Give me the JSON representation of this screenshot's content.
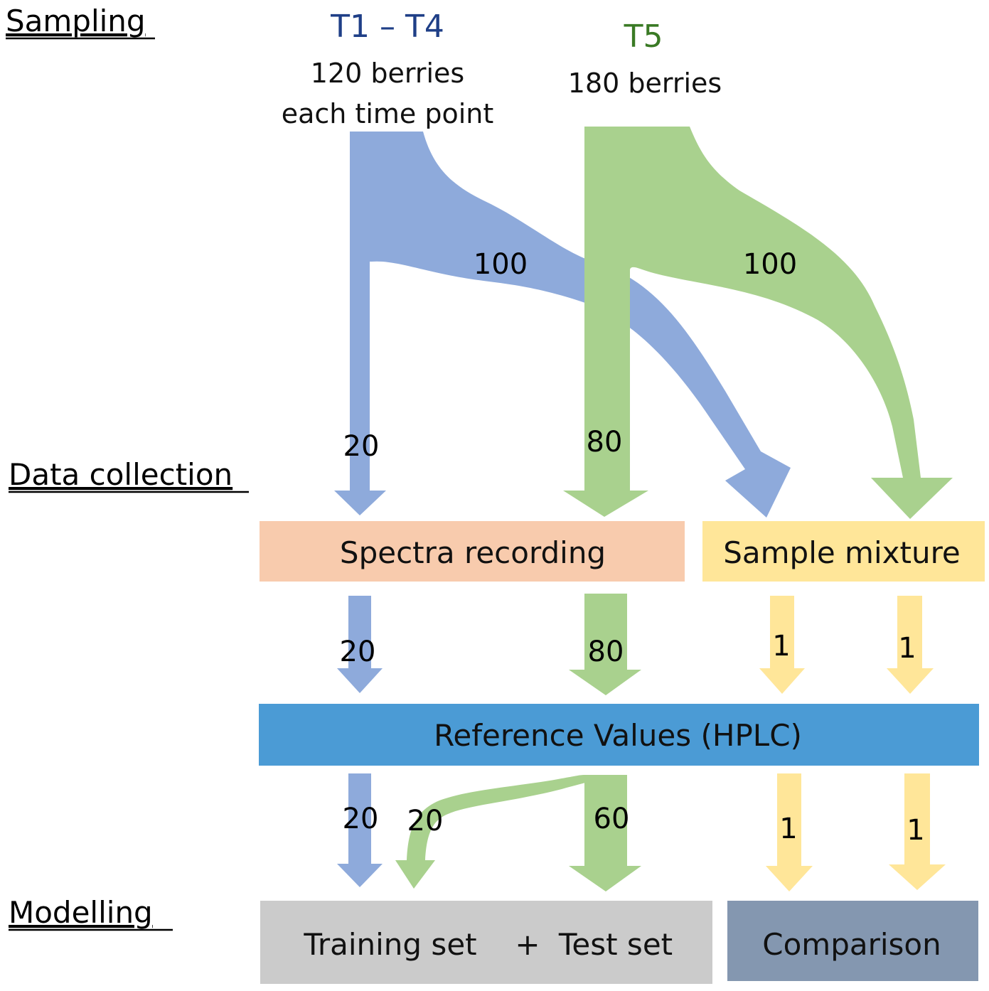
{
  "sections": {
    "sampling": "Sampling",
    "data_collection": "Data collection",
    "modelling": "Modelling"
  },
  "groups": {
    "t1_t4": {
      "title": "T1 – T4",
      "line1": "120 berries",
      "line2": "each time point"
    },
    "t5": {
      "title": "T5",
      "line1": "180 berries"
    }
  },
  "flows": {
    "blue_to_spectra": "20",
    "blue_to_mixture": "100",
    "green_to_spectra": "80",
    "green_to_mixture": "100",
    "spectra_blue_to_ref": "20",
    "spectra_green_to_ref": "80",
    "mixture_a_to_ref": "1",
    "mixture_b_to_ref": "1",
    "ref_blue_to_training": "20",
    "ref_green_to_training": "20",
    "ref_green_to_test": "60",
    "ref_a_to_comparison": "1",
    "ref_b_to_comparison": "1"
  },
  "boxes": {
    "spectra": "Spectra recording",
    "mixture": "Sample mixture",
    "reference": "Reference Values (HPLC)",
    "training": "Training set",
    "plus": "+",
    "test": "Test set",
    "comparison": "Comparison"
  },
  "colors": {
    "blue_flow": "#8eaadb",
    "green_flow": "#a9d18e",
    "yellow_flow": "#ffe699",
    "spectra_box": "#f8cbad",
    "mixture_box": "#ffe699",
    "reference_box": "#4b9bd5",
    "training_box": "#cbcbcb",
    "comparison_box": "#8497b0"
  }
}
